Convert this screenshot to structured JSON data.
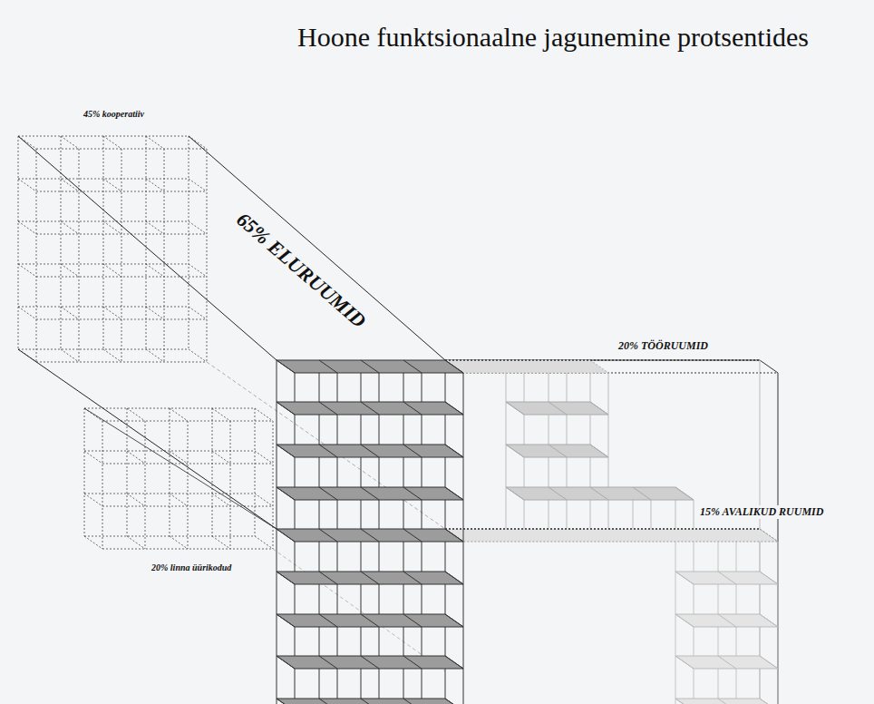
{
  "diagram": {
    "title": "Hoone funktsionaalne jagunemine protsentides",
    "labels": [
      "45% kooperatiiv",
      "65% ELURUUMID",
      "20% TÖÖRUUMID",
      "15% AVALIKUD RUUMID",
      "20% linna üürikodud"
    ]
  }
}
